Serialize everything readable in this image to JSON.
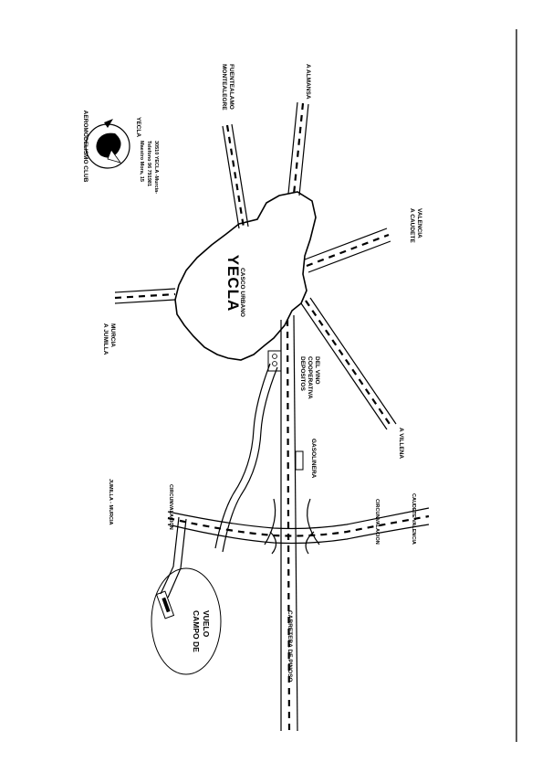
{
  "club": {
    "name": "AEROMODELISMO CLUB",
    "city_logo": "YECLA",
    "address_1": "Maestro Mora, 15",
    "address_2": "Telefono 96 791981",
    "address_3": "30510 YECLA -Murcia-"
  },
  "map": {
    "town_name": "YECLA",
    "town_sub": "CASCO URBANO",
    "dest_montealegre_1": "MONTEALEGRE",
    "dest_montealegre_2": "FUENTEALAMO",
    "dest_almansa": "A ALMANSA",
    "dest_caudete_1": "A CAUDETE",
    "dest_caudete_2": "VALENCIA",
    "dest_jumilla_1": "A JUMILLA",
    "dest_jumilla_2": "MURCIA",
    "dest_villena": "A VILLENA",
    "depositos_1": "DEPOSITOS",
    "depositos_2": "COOPERATIVA",
    "depositos_3": "DEL VINO",
    "gasolinera": "GASOLINERA",
    "circunvalacion_left": "CIRCUNVALACION",
    "circunvalacion_right": "CIRCUNVALACION",
    "jumilla_murcia_road": "JUMILLA - MURCIA",
    "caudete_valencia_road": "CAUDETE VALENCIA",
    "carretera_pinoso": "CARRETERA DE PINOSO",
    "campo_1": "CAMPO DE",
    "campo_2": "VUELO"
  }
}
